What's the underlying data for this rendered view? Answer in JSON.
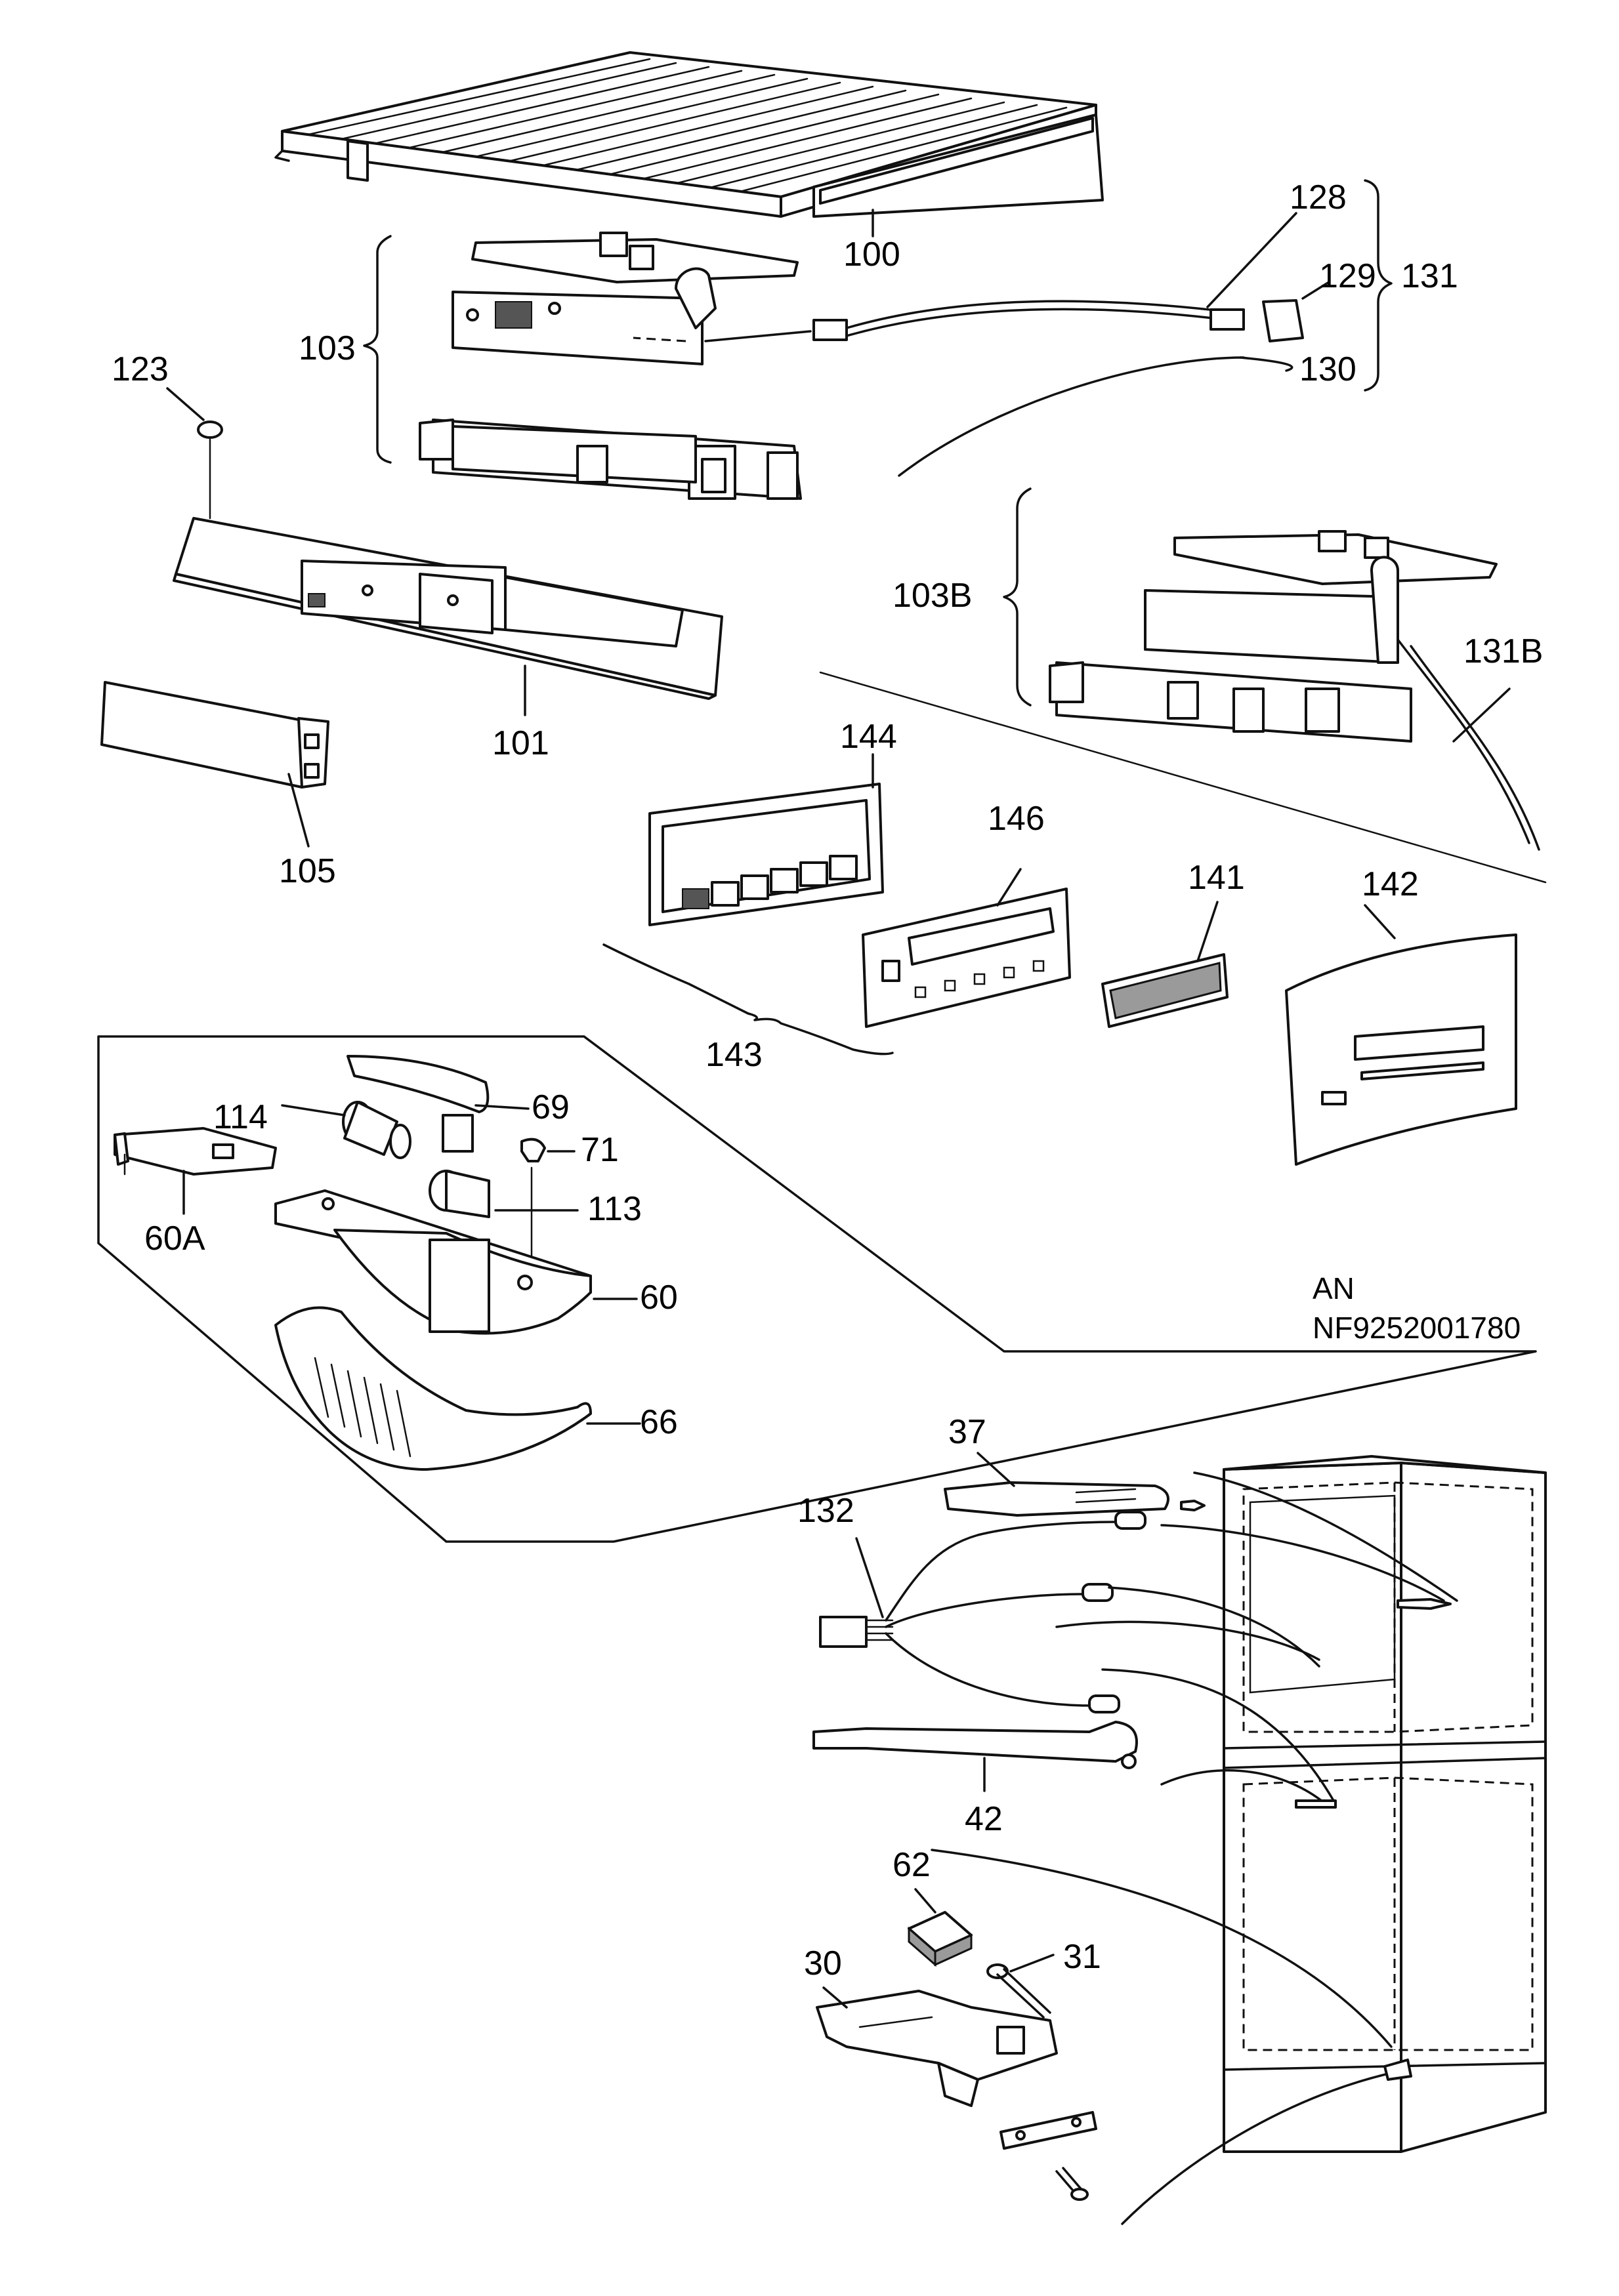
{
  "labels": {
    "l100": "100",
    "l101": "101",
    "l103": "103",
    "l103B": "103B",
    "l105": "105",
    "l123": "123",
    "l128": "128",
    "l129": "129",
    "l130": "130",
    "l131": "131",
    "l131B": "131B",
    "l141": "141",
    "l142": "142",
    "l143": "143",
    "l144": "144",
    "l146": "146",
    "l114": "114",
    "l69": "69",
    "l71": "71",
    "l113": "113",
    "l60A": "60A",
    "l60": "60",
    "l66": "66",
    "l37": "37",
    "l132": "132",
    "l42": "42",
    "l62": "62",
    "l30": "30",
    "l31": "31"
  },
  "drawing_code": {
    "line1": "AN",
    "line2": "NF9252001780"
  }
}
